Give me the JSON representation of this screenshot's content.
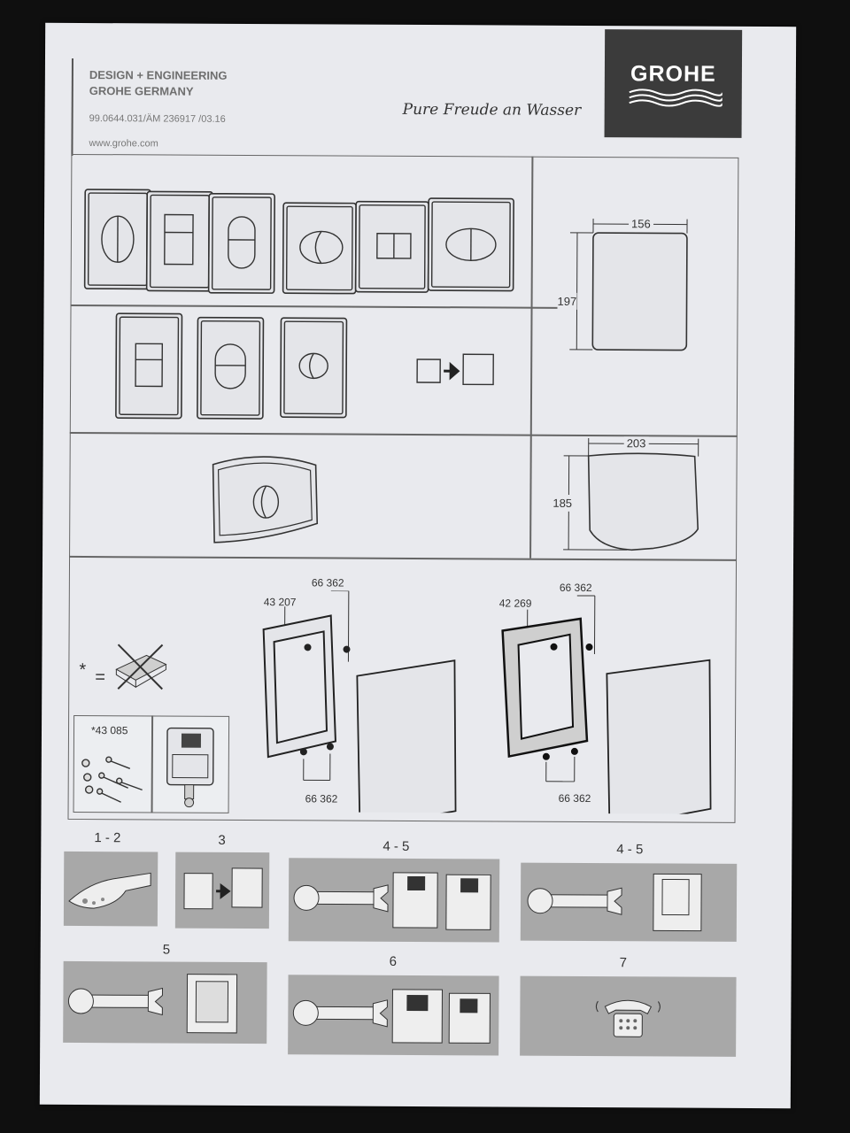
{
  "header": {
    "line1": "DESIGN + ENGINEERING",
    "line2": "GROHE GERMANY",
    "doc_number": "99.0644.031/ÄM 236917 /03.16",
    "website": "www.grohe.com",
    "tagline": "Pure Freude an Wasser",
    "logo": "GROHE"
  },
  "dimensions": {
    "plate_width": "156",
    "plate_height": "197",
    "cover_width": "203",
    "cover_height": "185"
  },
  "parts": {
    "frame1_code": "43 207",
    "frame1_screws_top": "66 362",
    "frame1_screws_bottom": "66 362",
    "frame2_code": "42 269",
    "frame2_screws_top": "66 362",
    "frame2_screws_bottom": "66 362",
    "kit_code": "*43 085",
    "star": "*",
    "equals": "="
  },
  "steps": [
    {
      "label": "1 - 2"
    },
    {
      "label": "3"
    },
    {
      "label": "4 - 5"
    },
    {
      "label": "4 - 5"
    },
    {
      "label": "5"
    },
    {
      "label": "6"
    },
    {
      "label": "7"
    }
  ]
}
